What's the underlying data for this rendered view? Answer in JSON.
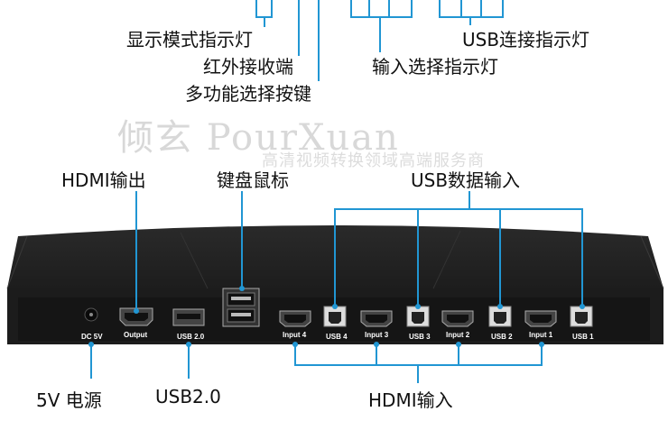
{
  "labels": {
    "display_mode": "显示模式指示灯",
    "ir_receiver": "红外接收端",
    "multi_button": "多功能选择按键",
    "input_select": "输入选择指示灯",
    "usb_indicator": "USB连接指示灯",
    "hdmi_out": "HDMI输出",
    "kb_mouse": "键盘鼠标",
    "usb_data_in": "USB数据输入",
    "power": "5V 电源",
    "usb20": "USB2.0",
    "hdmi_in": "HDMI输入"
  },
  "watermark": {
    "brand": "倾玄 PourXuan",
    "sub": "高清视频转换领域高端服务商"
  },
  "ports": {
    "dc": "DC 5V",
    "output": "Output",
    "usb20": "USB 2.0",
    "input4": "Input 4",
    "usb4": "USB 4",
    "input3": "Input 3",
    "usb3": "USB 3",
    "input2": "Input 2",
    "usb2": "USB 2",
    "input1": "Input 1",
    "usb1": "USB 1"
  },
  "colors": {
    "line": "#2196d3",
    "device": "#1c1c1c",
    "port": "#2a2a2a"
  }
}
